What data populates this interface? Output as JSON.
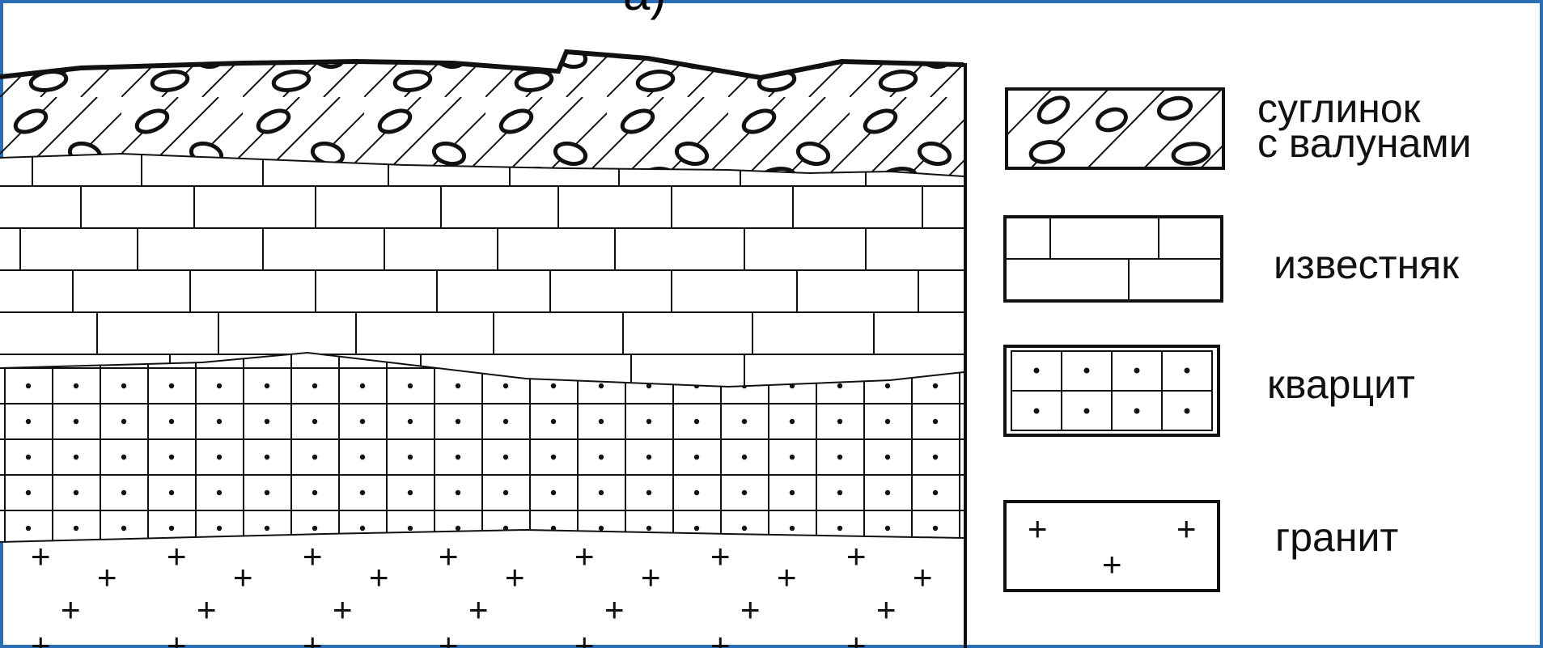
{
  "top_text": "а)",
  "legend": [
    {
      "id": "loam",
      "label": "суглинок\nс валунами"
    },
    {
      "id": "limestone",
      "label": "известняк"
    },
    {
      "id": "quartzite",
      "label": "кварцит"
    },
    {
      "id": "granite",
      "label": "гранит"
    }
  ],
  "colors": {
    "frame": "#2a6db5",
    "ink": "#111111"
  }
}
